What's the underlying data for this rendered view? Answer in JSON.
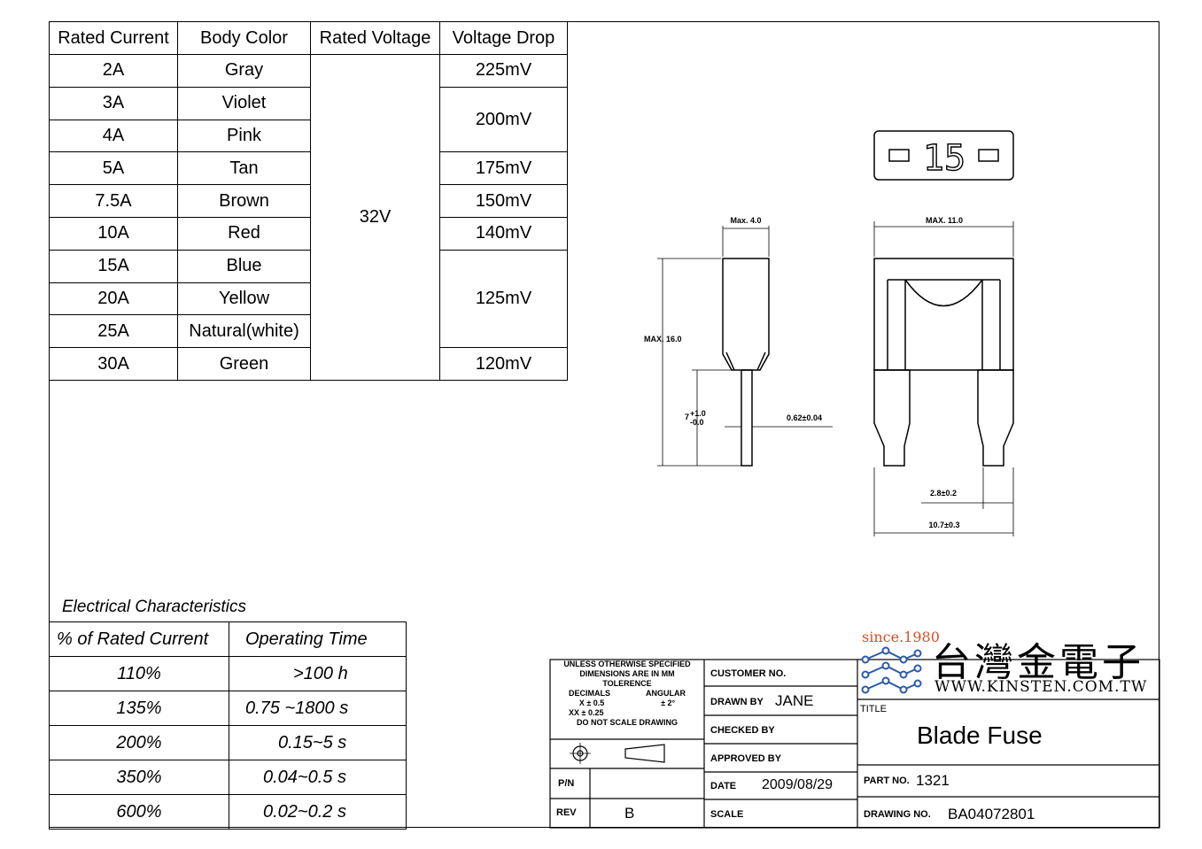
{
  "rating_table": {
    "headers": [
      "Rated Current",
      "Body Color",
      "Rated  Voltage",
      "Voltage  Drop"
    ],
    "currents": [
      "2A",
      "3A",
      "4A",
      "5A",
      "7.5A",
      "10A",
      "15A",
      "20A",
      "25A",
      "30A"
    ],
    "colors": [
      "Gray",
      "Violet",
      "Pink",
      "Tan",
      "Brown",
      "Red",
      "Blue",
      "Yellow",
      "Natural(white)",
      "Green"
    ],
    "voltage": "32V",
    "drops": [
      "225mV",
      "200mV",
      "175mV",
      "150mV",
      "140mV",
      "125mV",
      "120mV"
    ]
  },
  "electrical": {
    "title": "Electrical Characteristics",
    "headers": [
      "% of Rated Current",
      "Operating Time"
    ],
    "rows": [
      {
        "pct": "110%",
        "time": ">100 h"
      },
      {
        "pct": "135%",
        "time": "0.75 ~1800 s"
      },
      {
        "pct": "200%",
        "time": "0.15~5 s"
      },
      {
        "pct": "350%",
        "time": "0.04~0.5 s"
      },
      {
        "pct": "600%",
        "time": "0.02~0.2 s"
      }
    ]
  },
  "drawing": {
    "fuse_label": "15",
    "dim_width_side": "Max. 4.0",
    "dim_width_front": "MAX. 11.0",
    "dim_height": "MAX. 16.0",
    "dim_blade_len": "7",
    "dim_blade_tol_plus": "+1.0",
    "dim_blade_tol_minus": "-0.0",
    "dim_blade_thick": "0.62±0.04",
    "dim_blade_width": "2.8±0.2",
    "dim_blade_span": "10.7±0.3"
  },
  "title_block": {
    "note": [
      "UNLESS OTHERWISE SPECIFIED",
      "DIMENSIONS ARE IN MM",
      "TOLERENCE",
      "DECIMALS",
      "ANGULAR",
      "X ± 0.5",
      "± 2°",
      "XX ± 0.25",
      "DO NOT SCALE DRAWING"
    ],
    "pn_label": "P/N",
    "rev_label": "REV",
    "rev_value": "B",
    "customer_label": "CUSTOMER NO.",
    "drawn_label": "DRAWN BY",
    "drawn_value": "JANE",
    "checked_label": "CHECKED BY",
    "approved_label": "APPROVED BY",
    "date_label": "DATE",
    "date_value": "2009/08/29",
    "scale_label": "SCALE",
    "title_label": "TITLE",
    "title_value": "Blade Fuse",
    "part_label": "PART NO.",
    "part_value": "1321",
    "drawing_label": "DRAWING NO.",
    "drawing_value": "BA04072801"
  },
  "logo": {
    "since": "since.1980",
    "company": "台灣金電子",
    "url": "WWW.KINSTEN.COM.TW",
    "accent": "#d4502a",
    "dot_color": "#2b5aa8"
  }
}
